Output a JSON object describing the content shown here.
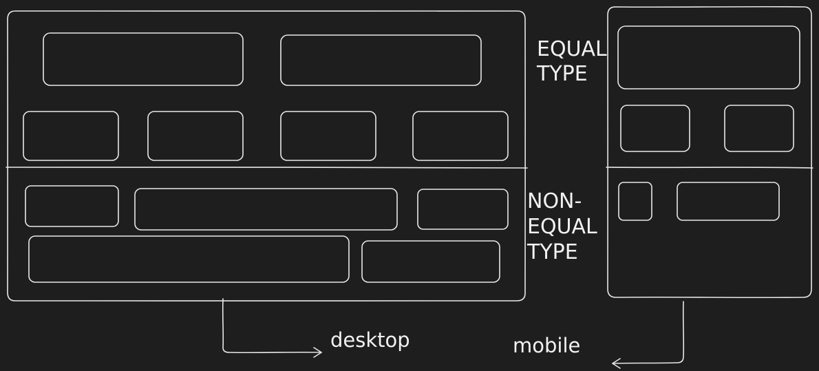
{
  "labels": {
    "equal_line1": "EQUAL",
    "equal_line2": "TYPE",
    "nonequal_line1": "NON-",
    "nonequal_line2": "EQUAL",
    "nonequal_line3": "TYPE",
    "desktop": "desktop",
    "mobile": "mobile"
  },
  "colors": {
    "background": "#1e1e1e",
    "stroke": "#e8e8e8",
    "text": "#f2f2f2"
  }
}
